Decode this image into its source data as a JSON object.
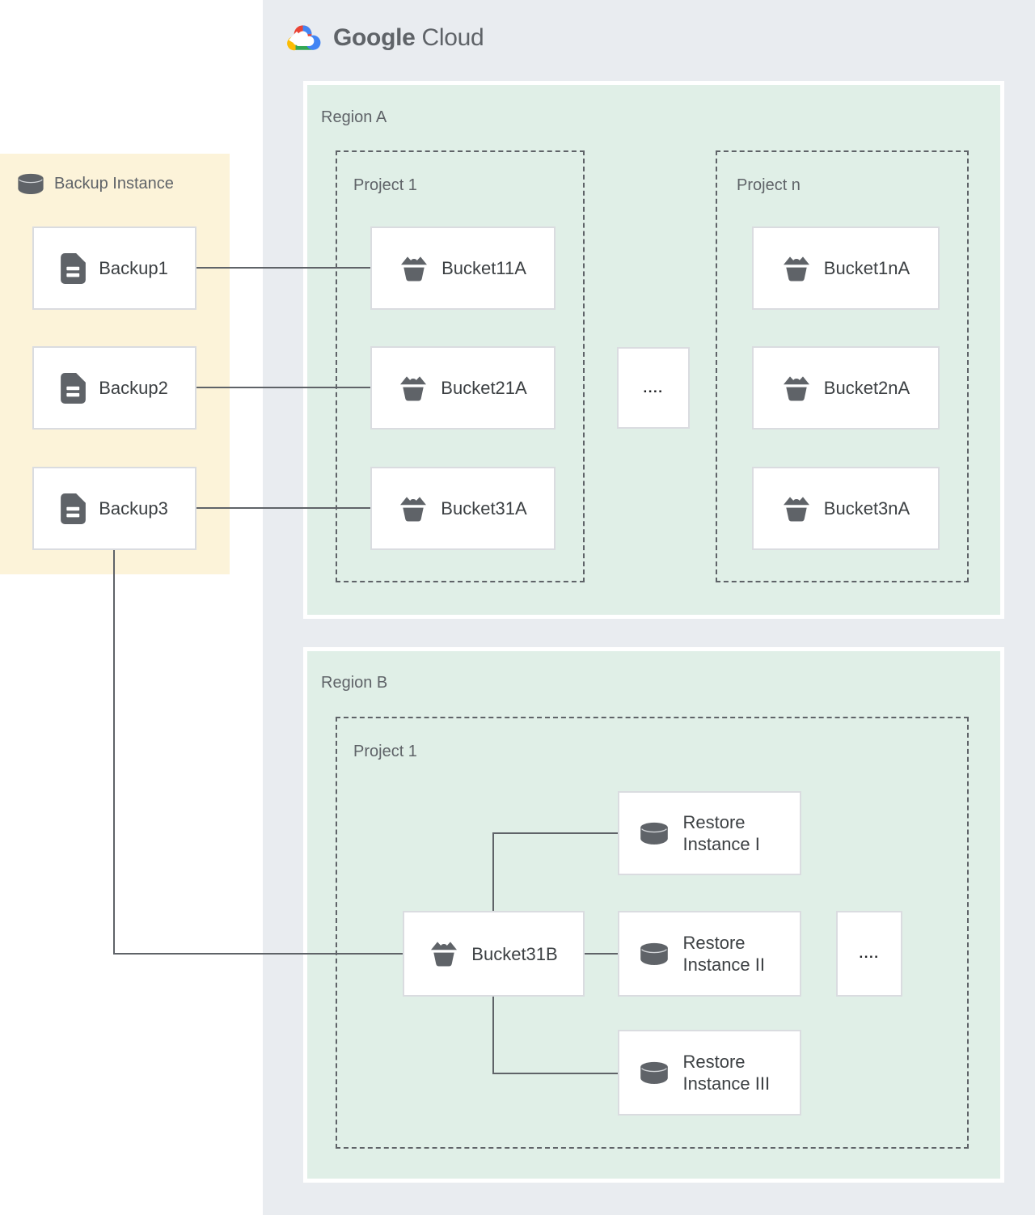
{
  "logo": {
    "part1": "Google",
    "part2": "Cloud"
  },
  "backup_panel": {
    "title": "Backup Instance",
    "items": [
      {
        "label": "Backup1"
      },
      {
        "label": "Backup2"
      },
      {
        "label": "Backup3"
      }
    ]
  },
  "region_a": {
    "label": "Region A",
    "project_1": {
      "label": "Project 1",
      "buckets": [
        {
          "label": "Bucket11A"
        },
        {
          "label": "Bucket21A"
        },
        {
          "label": "Bucket31A"
        }
      ]
    },
    "project_n": {
      "label": "Project n",
      "buckets": [
        {
          "label": "Bucket1nA"
        },
        {
          "label": "Bucket2nA"
        },
        {
          "label": "Bucket3nA"
        }
      ]
    },
    "ellipsis": "...."
  },
  "region_b": {
    "label": "Region B",
    "project_1": {
      "label": "Project 1",
      "bucket": {
        "label": "Bucket31B"
      },
      "restore_instances": [
        {
          "label": "Restore Instance I"
        },
        {
          "label": "Restore Instance II"
        },
        {
          "label": "Restore Instance III"
        }
      ],
      "ellipsis": "...."
    }
  },
  "colors": {
    "cloud_panel_bg": "#e9ecf0",
    "backup_panel_bg": "#fcf3d9",
    "region_bg": "#e0efe7",
    "node_border": "#dadce0",
    "connector": "#5f6368",
    "icon_gray": "#5f6368",
    "label_gray": "#5f6368",
    "text_dark": "#3c4043",
    "logo_red": "#ea4335",
    "logo_blue": "#4285f4",
    "logo_yellow": "#fbbc04",
    "logo_green": "#34a853"
  }
}
